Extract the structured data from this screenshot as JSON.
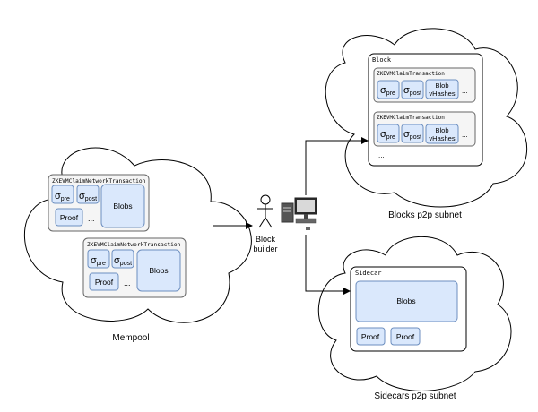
{
  "regions": {
    "mempool_label": "Mempool",
    "blocks_subnet_label": "Blocks p2p subnet",
    "sidecars_subnet_label": "Sidecars p2p subnet"
  },
  "actor": {
    "line1": "Block",
    "line2": "builder"
  },
  "mempool": {
    "tx1": {
      "title": "ZKEVMClaimNetworkTransaction",
      "sigma": "σ",
      "pre": "pre",
      "post": "post",
      "proof": "Proof",
      "ellipsis": "...",
      "blobs": "Blobs"
    },
    "tx2": {
      "title": "ZKEVMClaimNetworkTransaction",
      "sigma": "σ",
      "pre": "pre",
      "post": "post",
      "proof": "Proof",
      "ellipsis": "...",
      "blobs": "Blobs"
    }
  },
  "block": {
    "title": "Block",
    "tx_title": "ZKEVMClaimTransaction",
    "sigma": "σ",
    "pre": "pre",
    "post": "post",
    "blob_line1": "Blob",
    "blob_line2": "vHashes",
    "ellipsis": "...",
    "more": "..."
  },
  "sidecar": {
    "title": "Sidecar",
    "blobs": "Blobs",
    "proof1": "Proof",
    "proof2": "Proof"
  },
  "colors": {
    "cloud_fill": "#ffffff",
    "cloud_stroke": "#000000",
    "container_fill": "#f5f5f5",
    "container_stroke": "#666666",
    "item_fill": "#dae8fc",
    "item_stroke": "#6c8ebf"
  }
}
